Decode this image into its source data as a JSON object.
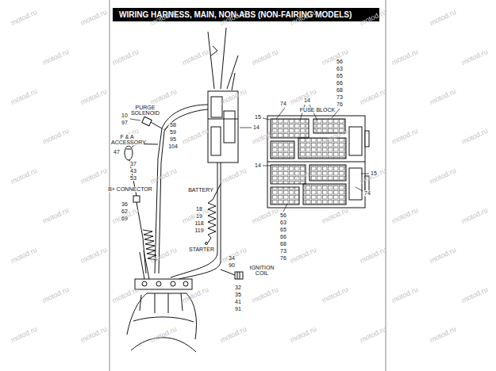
{
  "diagram": {
    "title": "WIRING HARNESS, MAIN, NON-ABS (NON-FAIRING MODELS)",
    "labels": [
      "PURGE SOLENOID",
      "10",
      "97",
      "58",
      "59",
      "95",
      "104",
      "F & A ACCESSORY",
      "47",
      "37",
      "43",
      "53",
      "B+ CONNECTOR",
      "36",
      "62",
      "69",
      "BATTERY",
      "18",
      "19",
      "118",
      "119",
      "STARTER",
      "34",
      "90",
      "IGNITION COIL",
      "32",
      "35",
      "41",
      "91",
      "74",
      "14",
      "15",
      "14",
      "FUSE BLOCK",
      "56",
      "63",
      "65",
      "66",
      "68",
      "73",
      "76",
      "14",
      "15",
      "74",
      "56",
      "63",
      "65",
      "66",
      "68",
      "73",
      "76",
      "motod.ru",
      "motod.ru",
      "motod.ru",
      "motod.ru",
      "motod.ru",
      "motod.ru",
      "motod.ru",
      "motod.ru",
      "motod.ru",
      "motod.ru",
      "motod.ru",
      "motod.ru",
      "motod.ru",
      "motod.ru",
      "motod.ru",
      "motod.ru",
      "motod.ru",
      "motod.ru",
      "motod.ru",
      "motod.ru",
      "motod.ru",
      "motod.ru",
      "motod.ru",
      "motod.ru",
      "motod.ru",
      "motod.ru",
      "motod.ru",
      "motod.ru",
      "motod.ru",
      "motod.ru",
      "motod.ru",
      "motod.ru",
      "motod.ru",
      "motod.ru",
      "motod.ru",
      "motod.ru",
      "motod.ru",
      "motod.ru",
      "motod.ru",
      "motod.ru",
      "motod.ru",
      "motod.ru",
      "motod.ru",
      "motod.ru",
      "motod.ru",
      "motod.ru",
      "motod.ru",
      "motod.ru",
      "motod.ru",
      "motod.ru",
      "motod.ru",
      "motod.ru",
      "motod.ru",
      "motod.ru",
      "motod.ru",
      "motod.ru",
      "motod.ru",
      "motod.ru",
      "motod.ru",
      "motod.ru",
      "motod.ru",
      "motod.ru",
      "motod.ru"
    ]
  }
}
